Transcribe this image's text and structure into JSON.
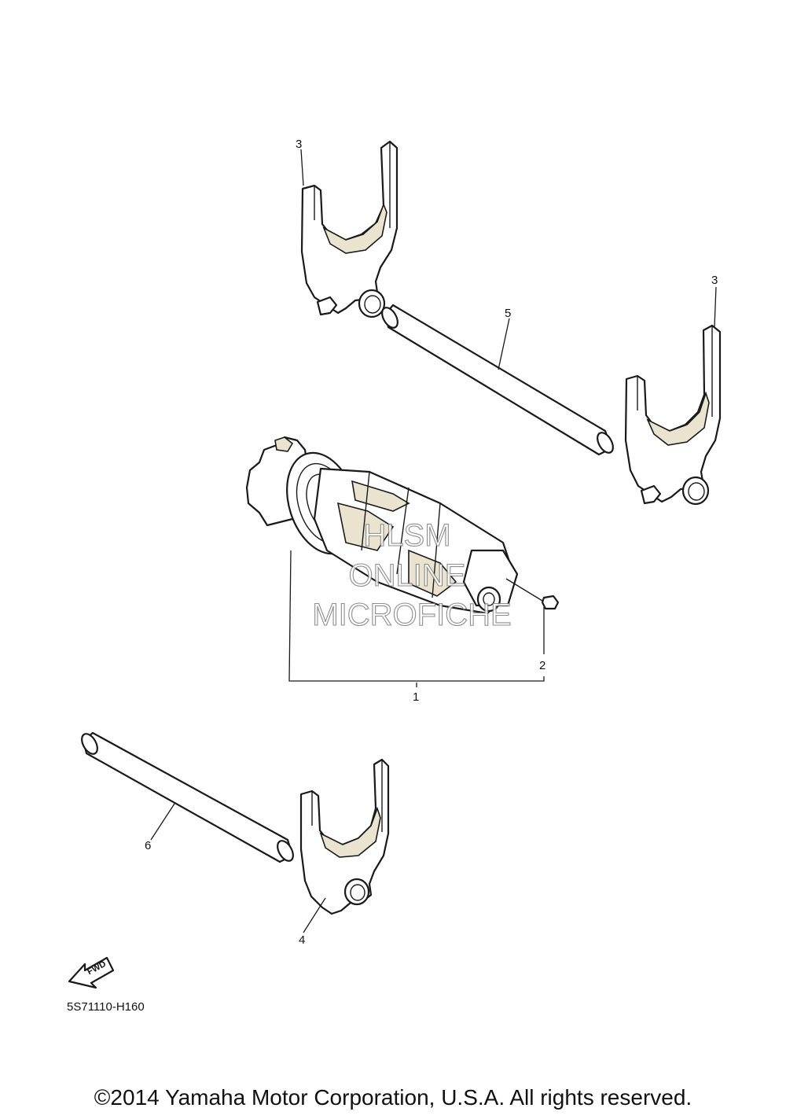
{
  "callouts": {
    "c1": "1",
    "c2": "2",
    "c3a": "3",
    "c3b": "3",
    "c4": "4",
    "c5": "5",
    "c6": "6"
  },
  "watermark": {
    "line1": "HLSM",
    "line2": "ONLINE",
    "line3": "MICROFICHE"
  },
  "fwd_label": "FWD",
  "diagram_code": "5S71110-H160",
  "copyright": "©2014 Yamaha Motor Corporation, U.S.A. All rights reserved."
}
